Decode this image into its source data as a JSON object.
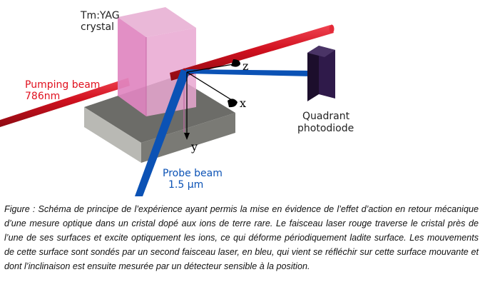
{
  "diagram": {
    "crystal_label_line1": "Tm:YAG",
    "crystal_label_line2": "crystal",
    "pump_label_line1": "Pumping beam",
    "pump_label_line2": "786nm",
    "probe_label_line1": "Probe beam",
    "probe_label_line2": "1.5 µm",
    "detector_label_line1": "Quadrant",
    "detector_label_line2": "photodiode",
    "axis_z": "z",
    "axis_x": "x",
    "axis_y": "y"
  },
  "colors": {
    "pump_beam": "#d0101e",
    "probe_beam": "#0b52b5",
    "crystal": "#e79bcb",
    "base": "#8f8f8a",
    "detector": "#2a1540"
  },
  "caption": {
    "text": "Figure : Schéma de principe de l’expérience ayant permis la mise en évidence de l’effet d’action en retour mécanique d’une mesure optique dans un cristal dopé aux ions de terre rare. Le faisceau laser rouge traverse le cristal près de l’une de ses surfaces et excite optiquement les ions, ce qui déforme périodiquement ladite surface. Les mouvements de cette surface sont sondés par un second faisceau laser, en bleu, qui vient se réfléchir sur cette surface mouvante et dont l’inclinaison est ensuite mesurée par un détecteur sensible à la position."
  }
}
